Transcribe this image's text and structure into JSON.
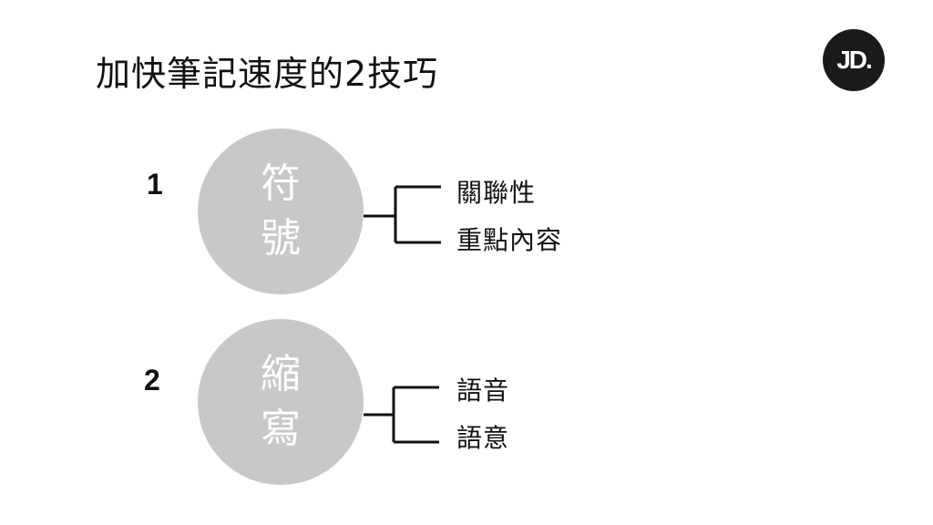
{
  "title": "加快筆記速度的2技巧",
  "logo": {
    "text": "JD."
  },
  "tips": [
    {
      "number": "1",
      "circle_chars": [
        "符",
        "號"
      ],
      "branches": [
        "關聯性",
        "重點內容"
      ]
    },
    {
      "number": "2",
      "circle_chars": [
        "縮",
        "寫"
      ],
      "branches": [
        "語音",
        "語意"
      ]
    }
  ],
  "colors": {
    "circle_fill": "#c8c8c8",
    "circle_text": "#ffffff",
    "text": "#111111",
    "logo_bg": "#1a1a1a"
  }
}
